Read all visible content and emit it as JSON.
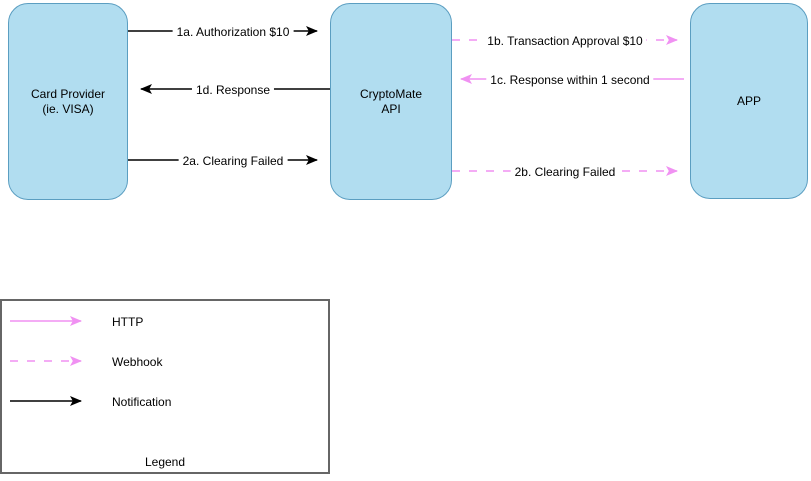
{
  "diagram": {
    "actors": [
      {
        "name": "card-provider",
        "lines": [
          "Card Provider",
          "(ie. VISA)"
        ]
      },
      {
        "name": "cryptomate-api",
        "lines": [
          "CryptoMate",
          "API"
        ]
      },
      {
        "name": "app",
        "lines": [
          "APP"
        ]
      }
    ],
    "flows": [
      {
        "id": "1a",
        "label": "1a. Authorization $10",
        "from": "card-provider",
        "to": "cryptomate-api",
        "style": "notification"
      },
      {
        "id": "1d",
        "label": "1d. Response",
        "from": "cryptomate-api",
        "to": "card-provider",
        "style": "notification"
      },
      {
        "id": "2a",
        "label": "2a. Clearing Failed",
        "from": "card-provider",
        "to": "cryptomate-api",
        "style": "notification"
      },
      {
        "id": "1b",
        "label": "1b. Transaction Approval $10",
        "from": "cryptomate-api",
        "to": "app",
        "style": "webhook"
      },
      {
        "id": "1c",
        "label": "1c. Response within 1 second",
        "from": "app",
        "to": "cryptomate-api",
        "style": "http"
      },
      {
        "id": "2b",
        "label": "2b. Clearing Failed",
        "from": "cryptomate-api",
        "to": "app",
        "style": "webhook"
      }
    ],
    "legend": {
      "title": "Legend",
      "items": [
        {
          "label": "HTTP",
          "line": "pink-solid"
        },
        {
          "label": "Webhook",
          "line": "pink-dashed"
        },
        {
          "label": "Notification",
          "line": "black-solid"
        }
      ]
    },
    "colors": {
      "actor_fill": "#b1ddf0",
      "actor_stroke": "#5b9ec1",
      "http_webhook_pink": "#f091f2",
      "notification_black": "#000000",
      "legend_border": "#666666"
    }
  }
}
